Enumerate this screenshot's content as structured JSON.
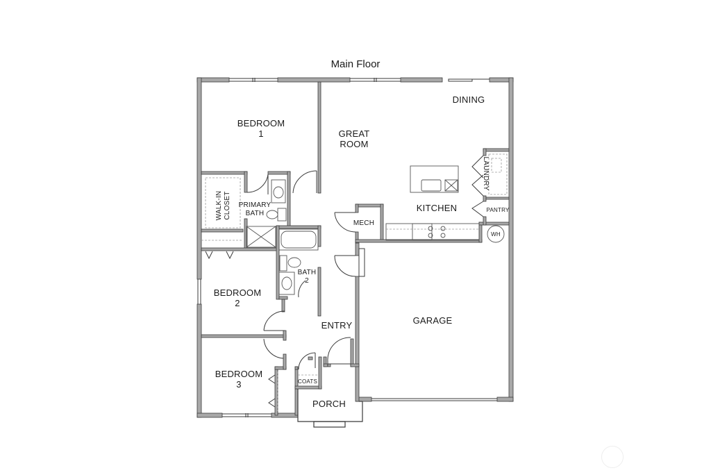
{
  "plan": {
    "title": "Main Floor",
    "colors": {
      "wall_fill": "#a8a8a8",
      "wall_stroke": "#3a3a3a",
      "fixture": "#555555",
      "dashed": "#9a9a9a",
      "text": "#1a1a1a"
    },
    "rooms": {
      "bedroom1": "BEDROOM\n1",
      "great_room": "GREAT\nROOM",
      "dining": "DINING",
      "walkin_closet": "WALK-IN\nCLOSET",
      "primary_bath": "PRIMARY\nBATH",
      "laundry": "LAUNDRY",
      "kitchen": "KITCHEN",
      "pantry": "PANTRY",
      "mech": "MECH",
      "wh": "WH",
      "bath2": "BATH\n2",
      "bedroom2": "BEDROOM\n2",
      "entry": "ENTRY",
      "garage": "GARAGE",
      "bedroom3": "BEDROOM\n3",
      "coats": "COATS",
      "porch": "PORCH"
    }
  }
}
